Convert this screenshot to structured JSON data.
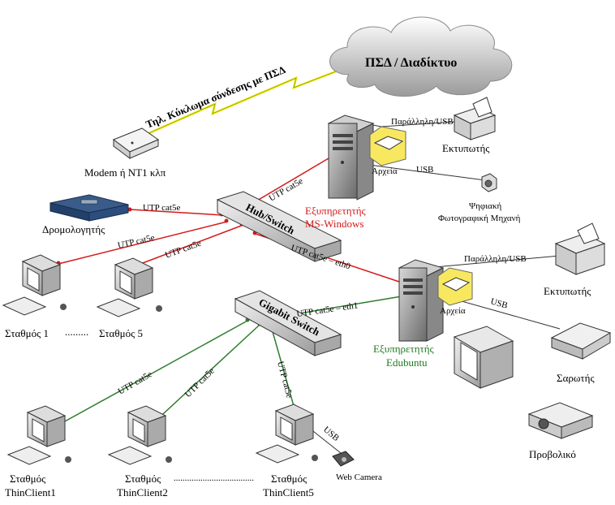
{
  "colors": {
    "red_link": "#d41a1a",
    "green_link": "#2e7d2e",
    "black_link": "#333333",
    "lightning": "#e8e800"
  },
  "cloud": {
    "label": "ΠΣΔ / Διαδίκτυο",
    "icon": "cloud-icon"
  },
  "lightning_label": "Τηλ. Κύκλωμα σύνδεσης με ΠΣΔ",
  "modem": {
    "label": "Modem ή NT1 κλπ",
    "icon": "modem-icon"
  },
  "router": {
    "label": "Δρομολογητής",
    "icon": "router-icon"
  },
  "hub": {
    "label": "Hub/Switch",
    "icon": "switch-icon"
  },
  "gigabit": {
    "label": "Gigabit Switch",
    "icon": "switch-icon"
  },
  "windows_server": {
    "label_line1": "Εξυπηρετητής",
    "label_line2": "MS-Windows",
    "folder_label": "Αρχεία",
    "icon": "server-icon"
  },
  "edubuntu_server": {
    "label_line1": "Εξυπηρετητής",
    "label_line2": "Edubuntu",
    "folder_label": "Αρχεία",
    "icon": "server-icon"
  },
  "printer_top": {
    "label": "Εκτυπωτής",
    "icon": "printer-icon"
  },
  "camera": {
    "label_line1": "Ψηφιακή",
    "label_line2": "Φωτογραφική Μηχανή",
    "icon": "camera-icon"
  },
  "printer_mid": {
    "label": "Εκτυπωτής",
    "icon": "printer-icon"
  },
  "scanner": {
    "label": "Σαρωτής",
    "icon": "scanner-icon"
  },
  "monitor_big": {
    "icon": "monitor-icon"
  },
  "projector": {
    "label": "Προβολικό",
    "icon": "projector-icon"
  },
  "stations": {
    "s1": "Σταθμός 1",
    "dots": ".........",
    "s5": "Σταθμός 5"
  },
  "thin_clients": {
    "tc1_line1": "Σταθμός",
    "tc1_line2": "ThinClient1",
    "tc2_line1": "Σταθμός",
    "tc2_line2": "ThinClient2",
    "tc5_line1": "Σταθμός",
    "tc5_line2": "ThinClient5",
    "dots": "...................................."
  },
  "webcam": {
    "label": "Web Camera",
    "icon": "webcam-icon"
  },
  "links": {
    "router_hub": "UTP cat5e",
    "hub_s1": "UTP cat5e",
    "hub_s5": "UTP cat5e",
    "hub_win": "UTP cat5e",
    "hub_edu": "UTP cat5e – eth0",
    "gig_edu": "UTP cat5e – eth1",
    "gig_tc1": "UTP cat5e",
    "gig_tc2": "UTP cat5e",
    "gig_tc5": "UTP cat5e",
    "win_printer": "Παράλληλη/USB",
    "win_camera": "USB",
    "edu_printer": "Παράλληλη/USB",
    "edu_scanner": "USB",
    "tc5_webcam": "USB"
  }
}
